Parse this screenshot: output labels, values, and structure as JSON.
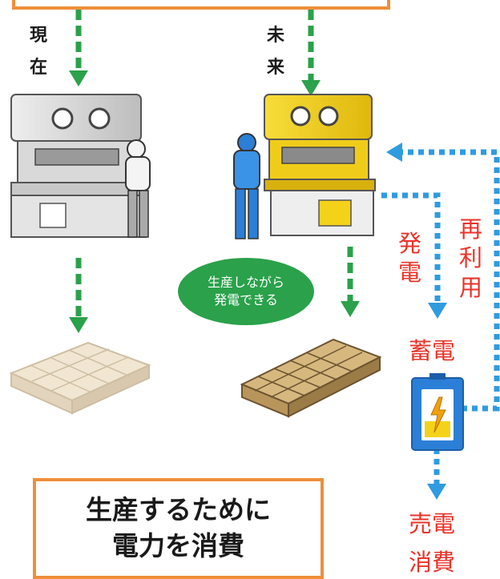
{
  "labels": {
    "current_chars": [
      "現",
      "在"
    ],
    "future_chars": [
      "未",
      "来"
    ],
    "generate_chars": [
      "発",
      "電"
    ],
    "reuse_chars": [
      "再",
      "利",
      "用"
    ],
    "storage": "蓄電",
    "sell": "売電",
    "consume": "消費"
  },
  "bubble": {
    "line1": "生産しながら",
    "line2": "発電できる"
  },
  "bottom_box": {
    "line1": "生産するために",
    "line2": "電力を消費"
  },
  "colors": {
    "green_arrow": "#2aa14a",
    "blue_arrow": "#2f9be0",
    "red_text": "#e8342a",
    "orange_border": "#ef8f3a",
    "press_gray": "#d6d6d6",
    "press_yellow": "#f5d21a",
    "battery_blue": "#2b7fd6",
    "box_tan": "#c9a86a"
  },
  "icons": {
    "press_current": "press-machine-icon",
    "press_future": "press-machine-icon",
    "boxes_current": "cardboard-boxes-icon",
    "boxes_future": "cardboard-boxes-icon",
    "battery": "battery-icon"
  }
}
